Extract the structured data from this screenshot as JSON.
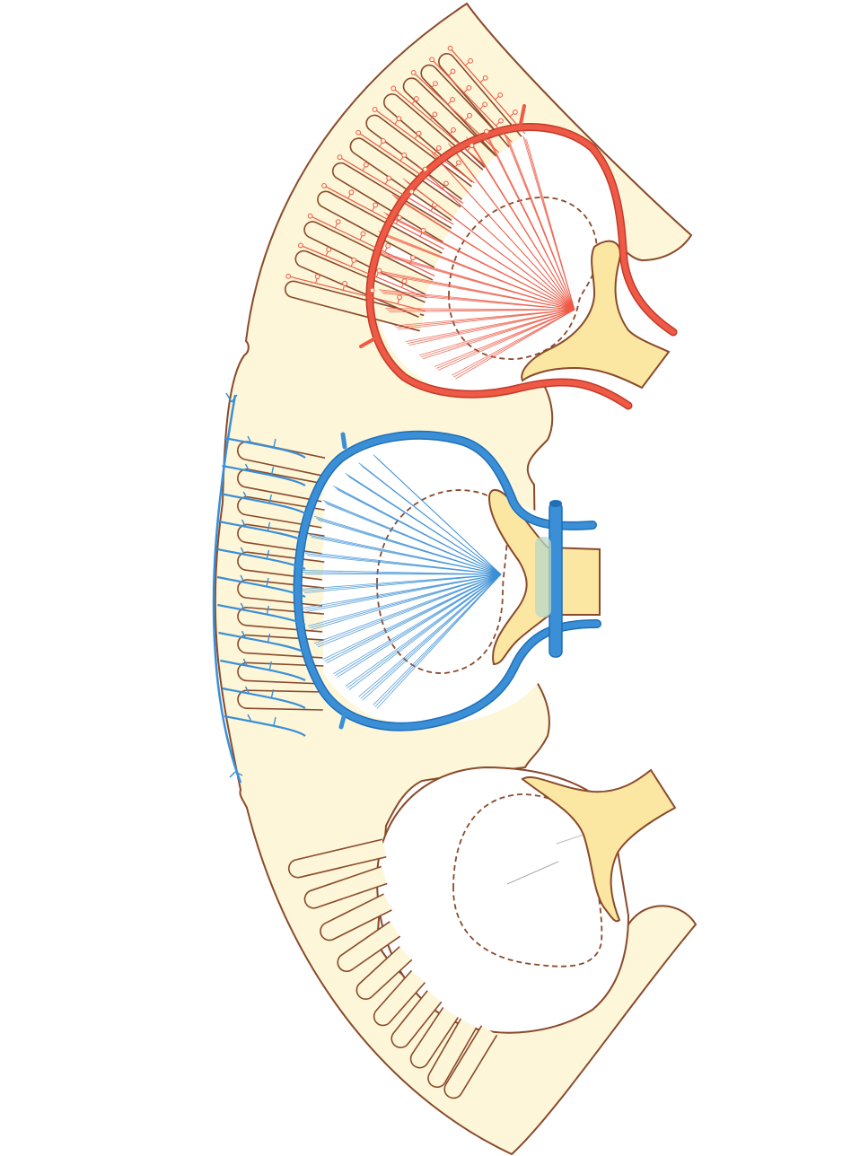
{
  "diagram": {
    "labels": [],
    "colors": {
      "background": "#ffffff",
      "parenchyma": "#fdf6d8",
      "parenchyma_outline": "#8a4a2b",
      "sinus_fat": "#fbe7a1",
      "sinus_fat_outline": "#8a4a2b",
      "artery": "#ee5a45",
      "artery_dark": "#c23a2a",
      "vein": "#3b8fd6",
      "vein_dark": "#1f6fb8",
      "vein_overlay": "#b8d8c8",
      "medulla_outline": "#8a4a2b"
    },
    "lobes": [
      {
        "id": "upper",
        "vessel": "arterial"
      },
      {
        "id": "middle",
        "vessel": "venous"
      },
      {
        "id": "lower",
        "vessel": "none"
      }
    ]
  }
}
